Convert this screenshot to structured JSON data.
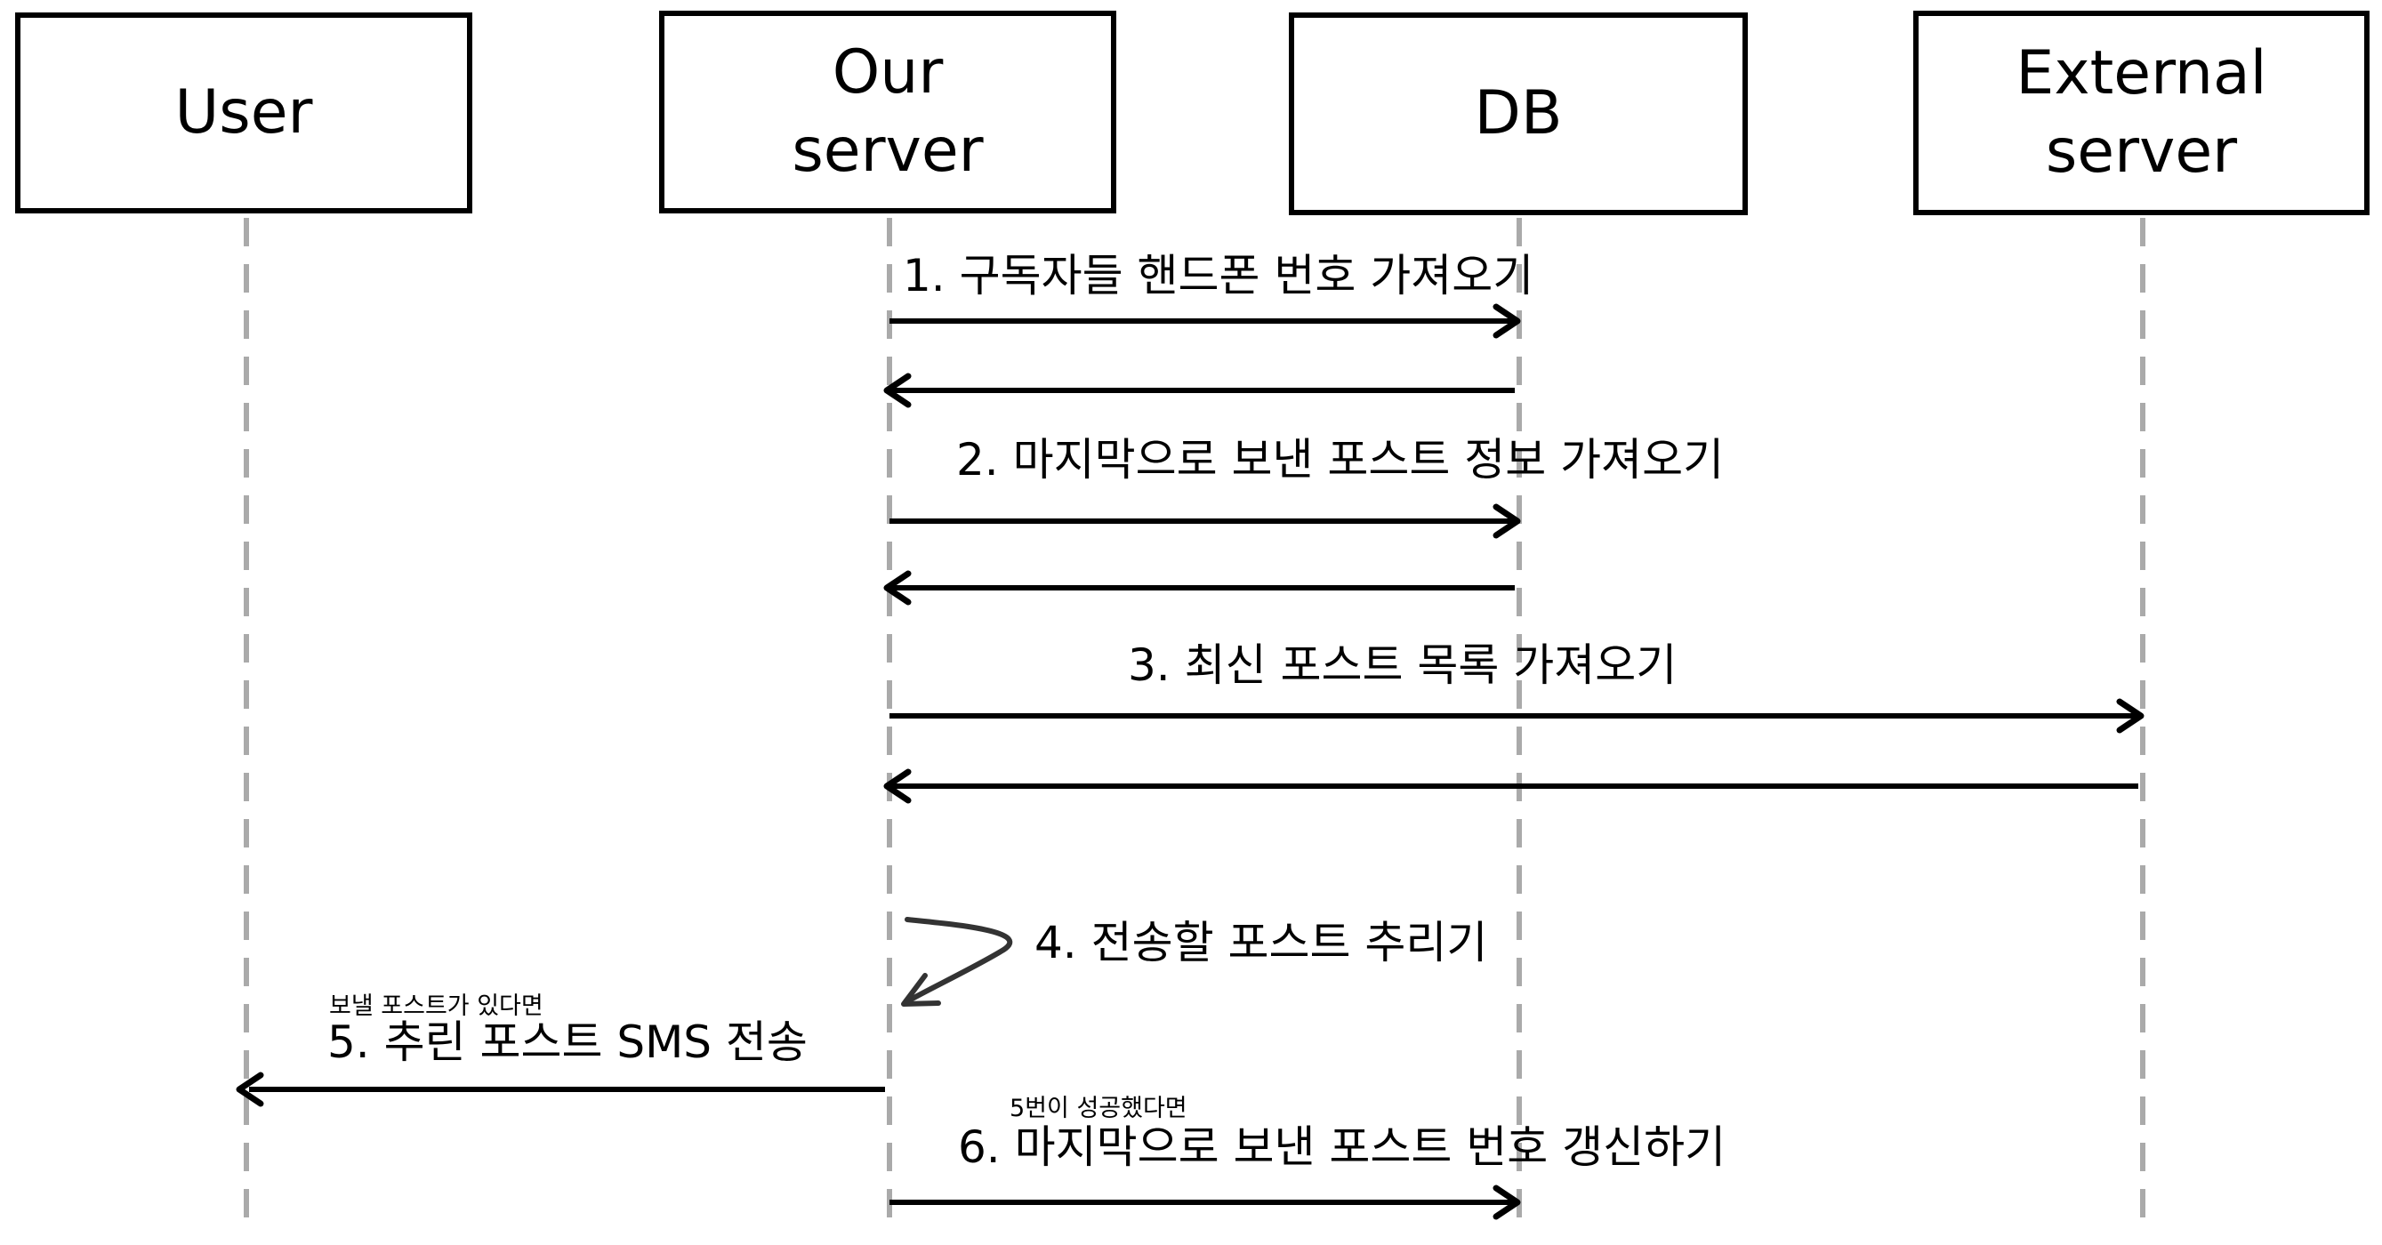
{
  "actors": [
    {
      "id": "user",
      "label": "User"
    },
    {
      "id": "our_server",
      "label": "Our\nserver"
    },
    {
      "id": "db",
      "label": "DB"
    },
    {
      "id": "external",
      "label": "External\nserver"
    }
  ],
  "messages": [
    {
      "id": "m1",
      "label": "1. 구독자들 핸드폰 번호 가져오기"
    },
    {
      "id": "m2",
      "label": "2. 마지막으로 보낸 포스트 정보 가져오기"
    },
    {
      "id": "m3",
      "label": "3. 최신 포스트 목록 가져오기"
    },
    {
      "id": "m4",
      "label": "4. 전송할 포스트 추리기"
    },
    {
      "id": "m5",
      "label": "5. 추린 포스트 SMS 전송",
      "note": "보낼 포스트가 있다면"
    },
    {
      "id": "m6",
      "label": "6. 마지막으로 보낸 포스트 번호 갱신하기",
      "note": "5번이 성공했다면"
    }
  ],
  "colors": {
    "line": "#000000",
    "lifeline": "#aaaaaa",
    "background": "#ffffff"
  }
}
